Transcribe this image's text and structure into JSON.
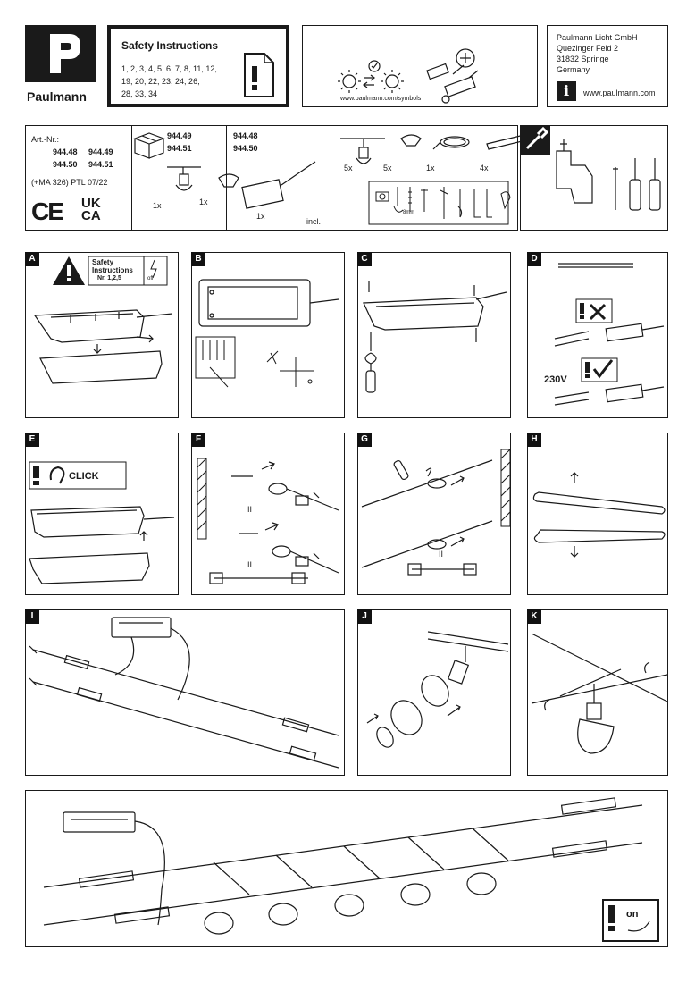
{
  "brand": {
    "logo_letter": "P",
    "name": "Paulmann"
  },
  "safety": {
    "title": "Safety Instructions",
    "pages_line1": "1, 2, 3, 4, 5, 6, 7, 8, 11, 12,",
    "pages_line2": "19, 20, 22, 23, 24, 26,",
    "pages_line3": "28, 33, 34"
  },
  "symbols_url": "www.paulmann.com/symbols",
  "company": {
    "line1": "Paulmann Licht GmbH",
    "line2": "Quezinger Feld 2",
    "line3": "31832 Springe",
    "line4": "Germany",
    "web": "www.paulmann.com"
  },
  "article": {
    "label": "Art.-Nr.:",
    "row1a": "944.48",
    "row1b": "944.49",
    "row2a": "944.50",
    "row2b": "944.51",
    "note": "(+MA 326) PTL 07/22",
    "ce": "CE",
    "ukca_top": "UK",
    "ukca_bottom": "CA"
  },
  "kit_a": {
    "code1": "944.49",
    "code2": "944.51",
    "qty_spot": "1x",
    "qty_reflector": "1x"
  },
  "kit_b": {
    "code1": "944.48",
    "code2": "944.50",
    "qty_transformer": "1x",
    "qty_spots": "5x",
    "qty_reflectors": "5x",
    "qty_wire": "1x",
    "qty_tubes": "4x",
    "incl_label": "incl.",
    "drill_size": "8mm"
  },
  "steps": {
    "A": {
      "letter": "A",
      "safety_title": "Safety",
      "safety_title2": "Instructions",
      "safety_ref": "Nr. 1,2,5",
      "off": "off"
    },
    "B": {
      "letter": "B"
    },
    "C": {
      "letter": "C"
    },
    "D": {
      "letter": "D",
      "voltage": "230V"
    },
    "E": {
      "letter": "E",
      "click": "CLICK"
    },
    "F": {
      "letter": "F",
      "parallel1": "II",
      "parallel2": "II"
    },
    "G": {
      "letter": "G",
      "parallel": "II"
    },
    "H": {
      "letter": "H"
    },
    "I": {
      "letter": "I"
    },
    "J": {
      "letter": "J"
    },
    "K": {
      "letter": "K"
    },
    "final": {
      "on": "on"
    }
  }
}
